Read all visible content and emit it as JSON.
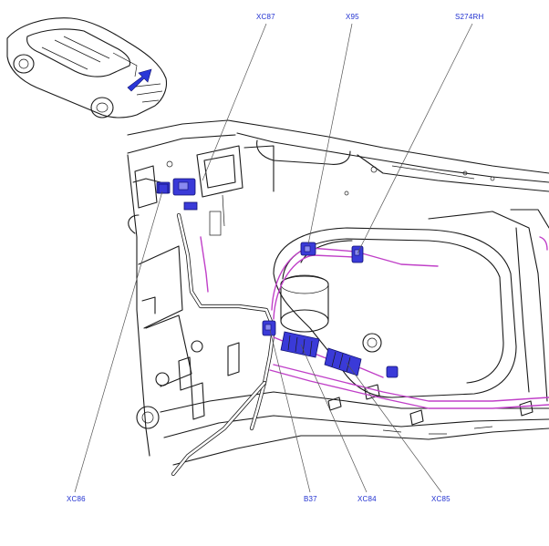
{
  "callouts": {
    "xc87": "XC87",
    "x95": "X95",
    "s274rh": "S274RH",
    "xc86": "XC86",
    "b37": "B37",
    "xc84": "XC84",
    "xc85": "XC85"
  },
  "colors": {
    "callout_text": "#1f2fd0",
    "harness": "#c040c8",
    "connector": "#3a3ad8",
    "line": "#1a1a1a"
  },
  "icons": {
    "car_thumbnail": "car-locator-icon",
    "view_arrow": "view-direction-arrow-icon"
  }
}
